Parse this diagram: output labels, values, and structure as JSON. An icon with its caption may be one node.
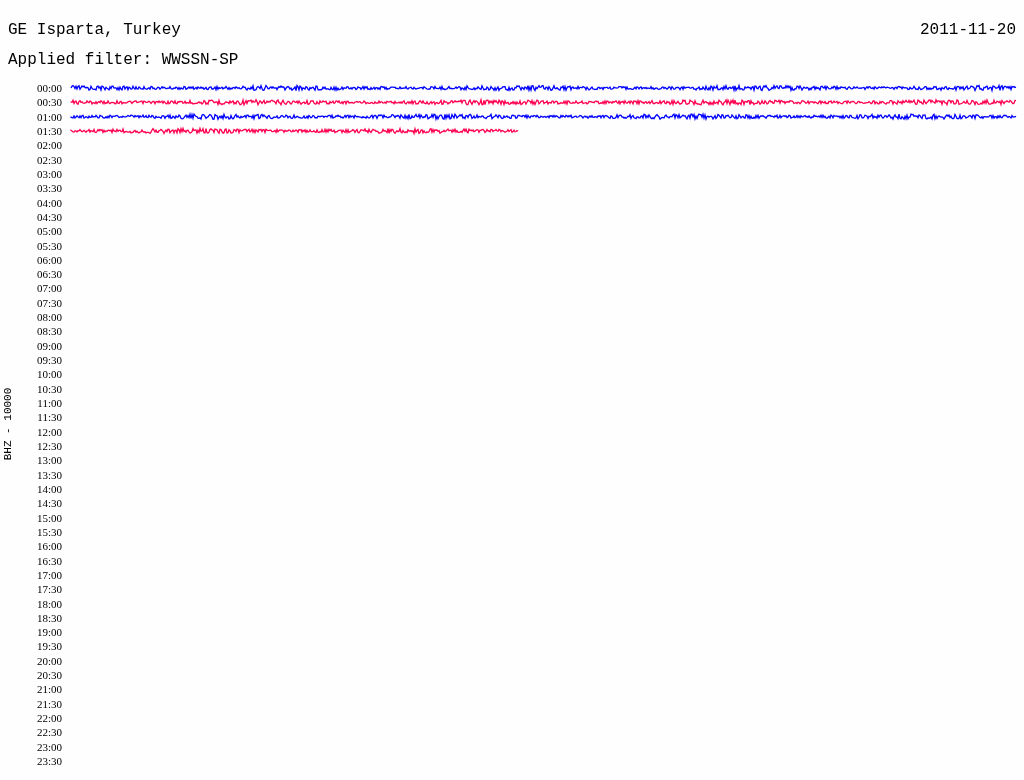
{
  "diagram": {
    "title": "GE Isparta, Turkey",
    "labels": [
      "2011-11-20",
      "Applied filter: WWSSN-SP",
      "BHZ - 10000",
      "00:00",
      "00:30",
      "01:00",
      "01:30",
      "02:00",
      "02:30",
      "03:00",
      "03:30",
      "04:00",
      "04:30",
      "05:00",
      "05:30",
      "06:00",
      "06:30",
      "07:00",
      "07:30",
      "08:00",
      "08:30",
      "09:00",
      "09:30",
      "10:00",
      "10:30",
      "11:00",
      "11:30",
      "12:00",
      "12:30",
      "13:00",
      "13:30",
      "14:00",
      "14:30",
      "15:00",
      "15:30",
      "16:00",
      "16:30",
      "17:00",
      "17:30",
      "18:00",
      "18:30",
      "19:00",
      "19:30",
      "20:00",
      "20:30",
      "21:00",
      "21:30",
      "22:00",
      "22:30",
      "23:00",
      "23:30"
    ]
  }
}
